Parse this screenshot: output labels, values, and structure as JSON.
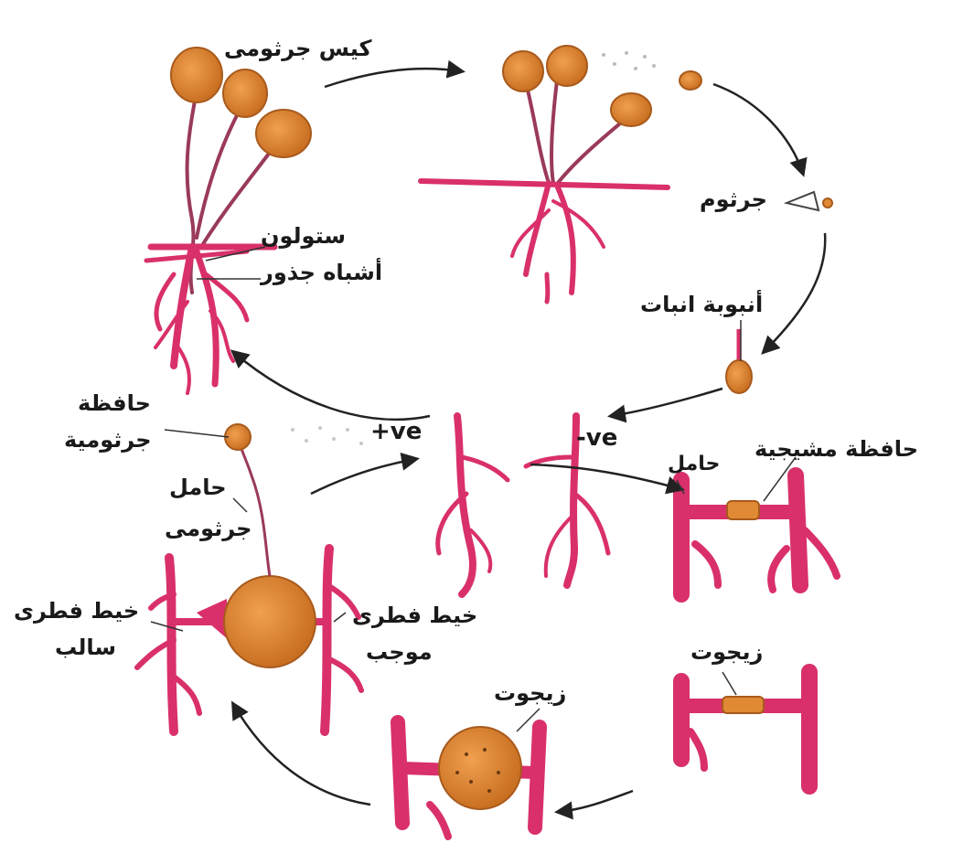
{
  "colors": {
    "hypha": "#d9306b",
    "sporangium": "#e08a35",
    "sporangium_edge": "#b5651d",
    "arrow": "#222222",
    "text": "#1a1a1a"
  },
  "labels": {
    "sporangium": "كيس جرثومى",
    "stolon": "ستولون",
    "rhizoids": "أشباه جذور",
    "spore": "جرثوم",
    "germ_tube": "أنبوبة انبات",
    "sporangium_wall": "حافظة",
    "sporangium_wall_2": "جرثومية",
    "plus_strain": "+ve",
    "minus_strain": "-ve",
    "gametangium": "حافظة مشيجية",
    "suspensor": "حامل",
    "sporangiophore_1": "حامل",
    "sporangiophore_2": "جرثومى",
    "minus_hypha_1": "خيط فطرى",
    "minus_hypha_2": "سالب",
    "plus_hypha_1": "خيط فطرى",
    "plus_hypha_2": "موجب",
    "zygote_upper": "زيجوت",
    "zygote_lower": "زيجوت"
  },
  "icons": {
    "cycle_arrows": "arrow-icon",
    "spores": "spore-dots-icon"
  }
}
